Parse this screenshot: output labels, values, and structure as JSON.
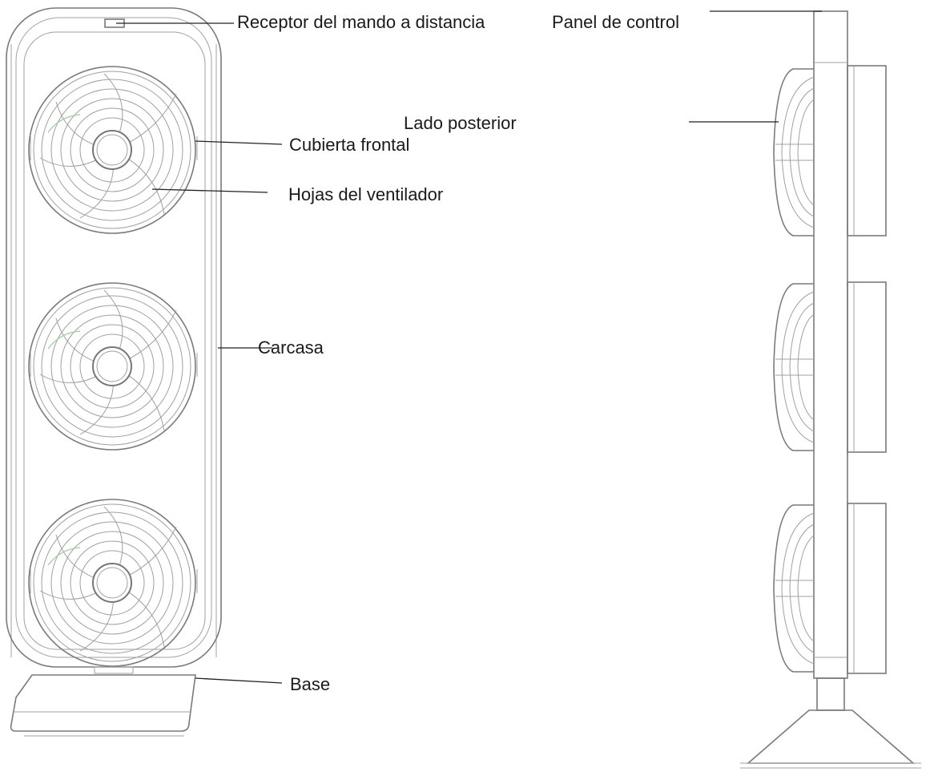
{
  "labels": {
    "remote_receiver": "Receptor del mando a distancia",
    "control_panel": "Panel de control",
    "rear_side": "Lado posterior",
    "front_cover": "Cubierta frontal",
    "fan_blades": "Hojas del ventilador",
    "housing": "Carcasa",
    "base": "Base"
  },
  "colors": {
    "drawing_line": "#7a7a7a",
    "leader_line": "#222222",
    "accent_green": "#9ccf9c"
  }
}
